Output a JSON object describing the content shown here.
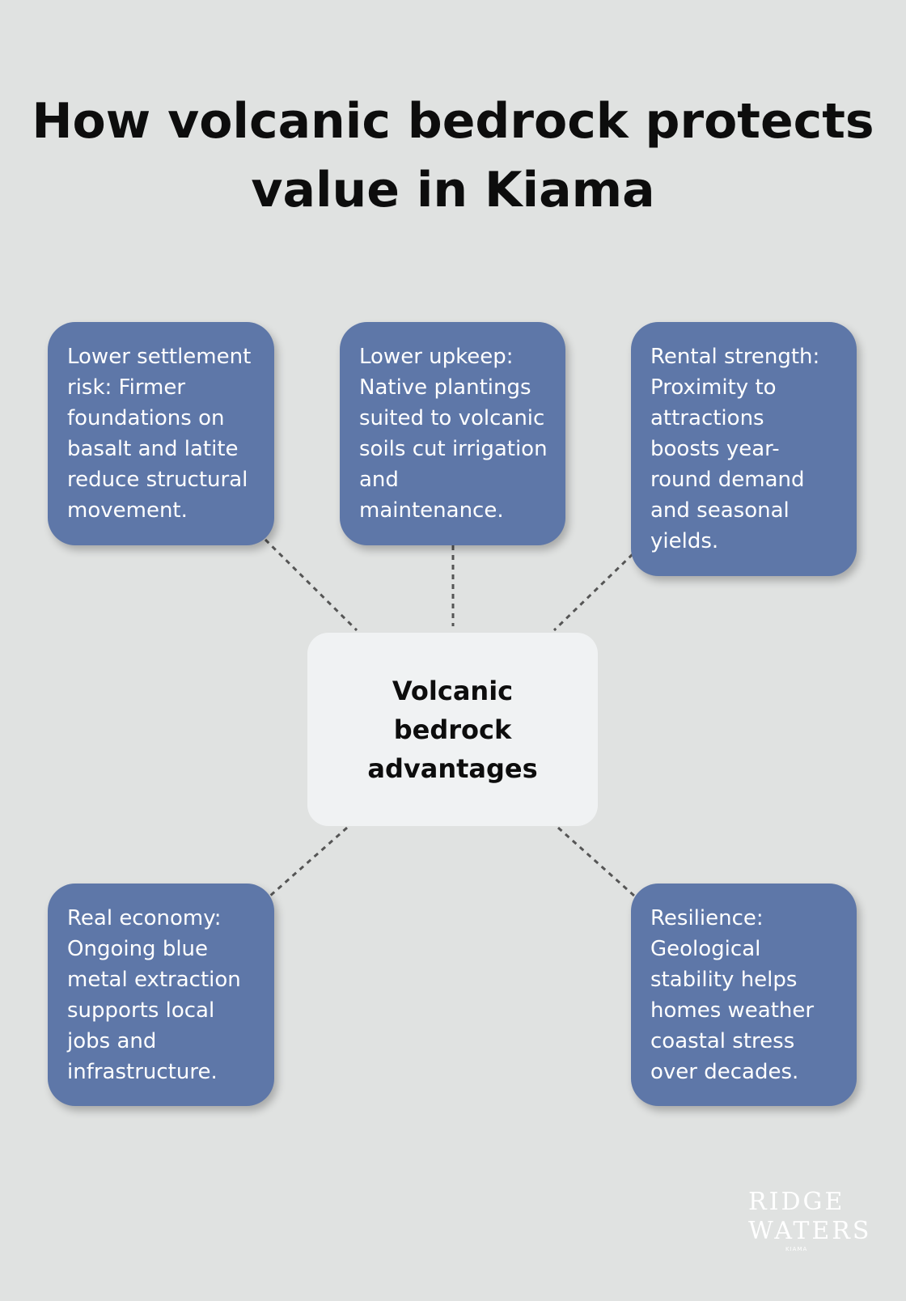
{
  "title": "How volcanic bedrock protects value in Kiama",
  "center": "Volcanic bedrock advantages",
  "nodes": [
    "Lower settlement risk: Firmer foundations on basalt and latite reduce structural movement.",
    "Lower upkeep: Native plantings suited to volcanic soils cut irrigation and maintenance.",
    "Rental strength: Proximity to attractions boosts year-round demand and seasonal yields.",
    "Real economy: Ongoing blue metal extraction supports local jobs and infrastructure.",
    "Resilience: Geological stability helps homes weather coastal stress over decades."
  ],
  "logo": {
    "line1": "RIDGE",
    "line2": "WATERS",
    "line3": "KIAMA"
  },
  "colors": {
    "background": "#e0e2e1",
    "node": "#5e77a8",
    "center": "#f0f2f3",
    "connector": "#555555"
  }
}
